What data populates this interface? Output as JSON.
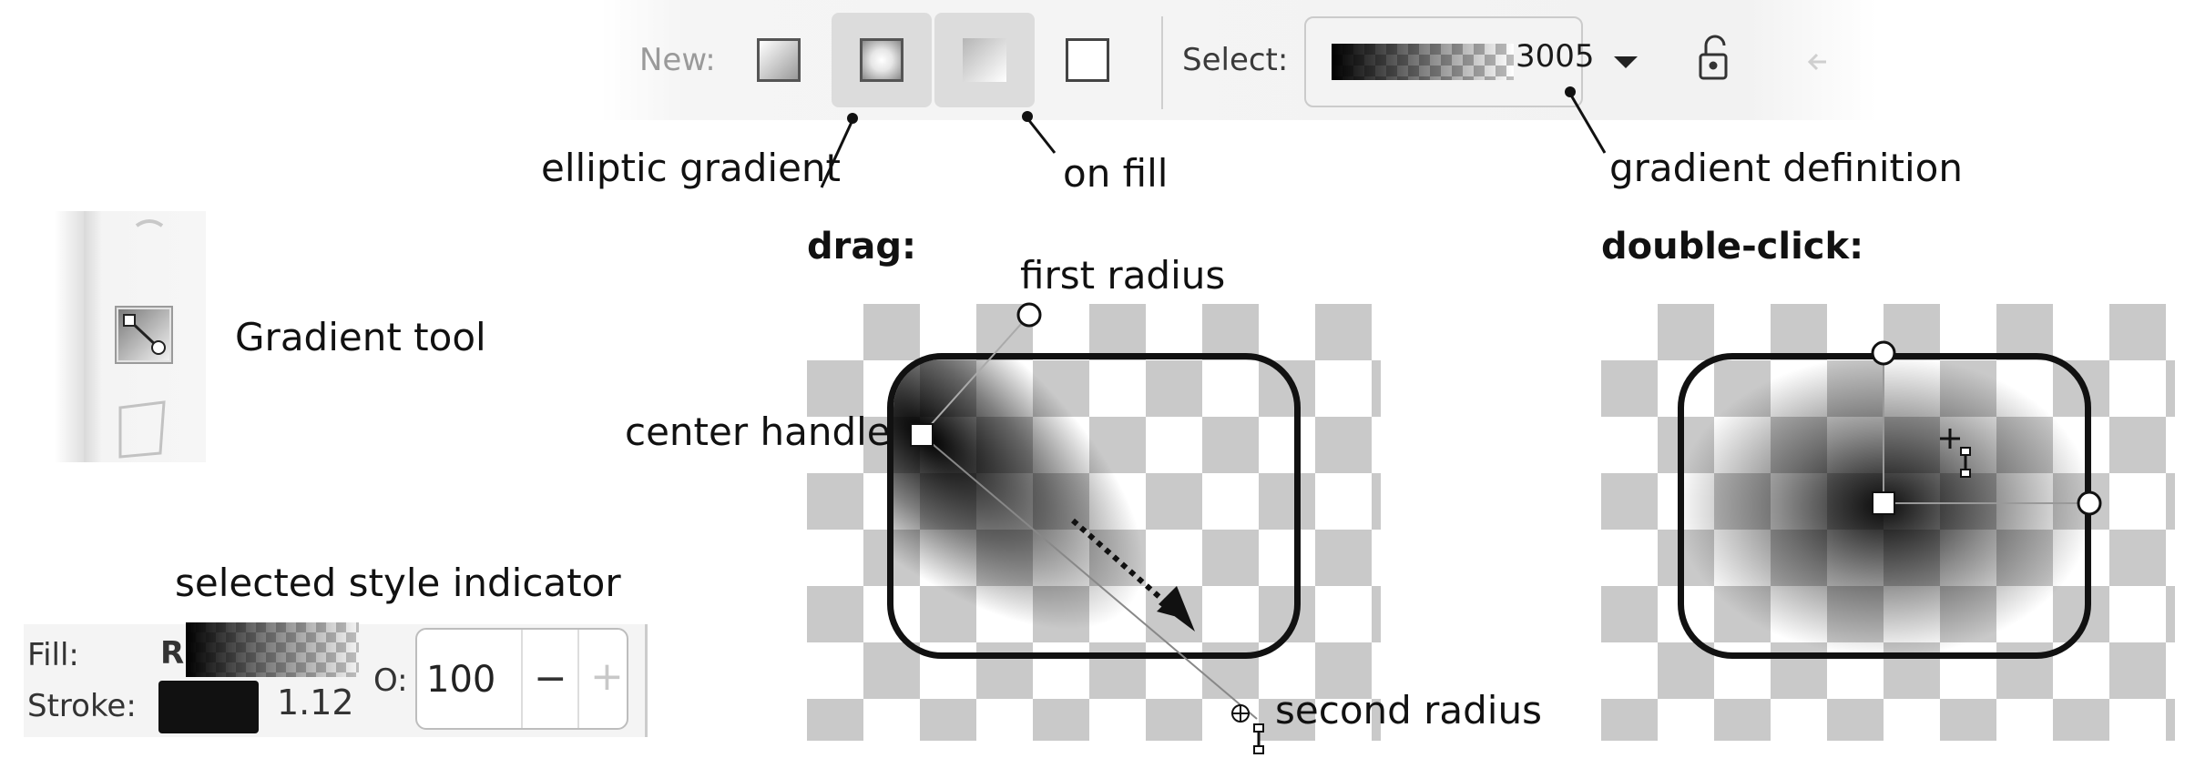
{
  "toolbar": {
    "new_label": "New:",
    "select_label": "Select:",
    "gradient_number": "3005",
    "buttons": [
      {
        "name": "linear-gradient",
        "active": false
      },
      {
        "name": "elliptic-gradient",
        "active": true
      },
      {
        "name": "on-fill",
        "active": true
      },
      {
        "name": "on-stroke",
        "active": false
      }
    ]
  },
  "callouts": {
    "elliptic_gradient": "elliptic gradient",
    "on_fill": "on fill",
    "gradient_definition": "gradient definition",
    "gradient_tool": "Gradient tool",
    "selected_style_indicator": "selected style indicator",
    "first_radius": "first radius",
    "center_handle": "center handle",
    "second_radius": "second radius"
  },
  "sections": {
    "drag": "drag:",
    "double_click": "double-click:"
  },
  "style_indicator": {
    "fill_label": "Fill:",
    "fill_type": "R",
    "stroke_label": "Stroke:",
    "stroke_width": "1.12",
    "opacity_label": "O:",
    "opacity_value": "100",
    "minus": "−",
    "plus": "+"
  },
  "colors": {
    "toolbar_bg": "#f2f2f2",
    "active_button": "#dcdcdc",
    "checker_dark": "#c9c9c9",
    "frame": "#111111"
  }
}
